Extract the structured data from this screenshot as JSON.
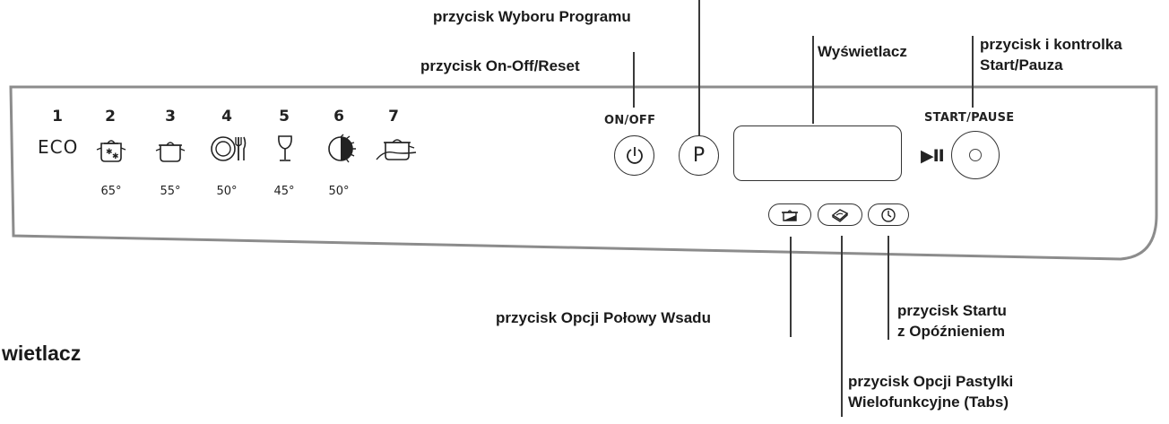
{
  "callouts": {
    "program_select": "przycisk Wyboru Programu",
    "on_off_reset": "przycisk On-Off/Reset",
    "display": "Wyświetlacz",
    "start_pause_line1": "przycisk i kontrolka",
    "start_pause_line2": "Start/Pauza",
    "half_load": "przycisk Opcji Połowy Wsadu",
    "delay_start_line1": "przycisk Startu",
    "delay_start_line2": "z Opóźnieniem",
    "tabs_line1": "przycisk Opcji Pastylki",
    "tabs_line2": "Wielofunkcyjne (Tabs)",
    "cropped_fragment": "wietlacz"
  },
  "panel": {
    "eco_label": "ECO",
    "programs": [
      {
        "num": "1",
        "temp": "",
        "icon": "eco-text"
      },
      {
        "num": "2",
        "temp": "65°",
        "icon": "pot-heavy-soil-icon"
      },
      {
        "num": "3",
        "temp": "55°",
        "icon": "pot-icon"
      },
      {
        "num": "4",
        "temp": "50°",
        "icon": "plate-cutlery-icon"
      },
      {
        "num": "5",
        "temp": "45°",
        "icon": "wine-glass-icon"
      },
      {
        "num": "6",
        "temp": "50°",
        "icon": "half-moon-icon"
      },
      {
        "num": "7",
        "temp": "",
        "icon": "pot-rinse-icon"
      }
    ],
    "on_off_label": "ON/OFF",
    "p_button_label": "P",
    "start_pause_label": "START/PAUSE",
    "play_pause_symbol": "▶II"
  }
}
